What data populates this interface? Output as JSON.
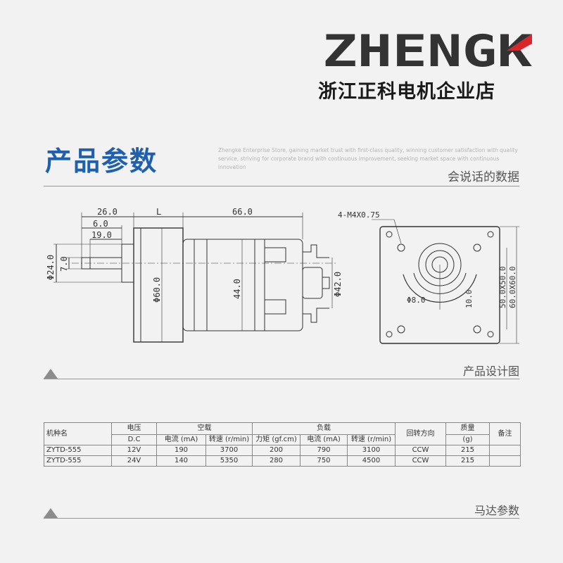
{
  "brand": {
    "logo_text": "ZHENGK",
    "logo_color": "#1f5fb0",
    "store_name": "浙江正科电机企业店"
  },
  "section": {
    "title": "产品参数",
    "slogan": "Zhengke Enterprise Store, gaining market trust with first-class quality, winning customer satisfaction with quality service, striving for corporate brand with continuous improvement, seeking market space with continuous innovation",
    "subtitle": "会说话的数据",
    "accent_color": "#1f5fb0"
  },
  "drawing": {
    "caption": "产品设计图",
    "dimensions": {
      "shaft_total": "26.0",
      "gear_length": "L",
      "motor_length": "66.0",
      "shaft_flat": "6.0",
      "shaft_key": "19.0",
      "boss_dia": "Φ24.0",
      "shaft_dia": "7.0",
      "gearbox_height": "Φ60.0",
      "motor_height": "44.0",
      "motor_dia": "Φ42.0",
      "mount_holes": "4-M4X0.75",
      "shaft_end_dia": "Φ8.0",
      "flat_depth": "10.0",
      "hole_spacing": "50.0X50.0",
      "square_size": "60.0X60.0"
    }
  },
  "table": {
    "caption": "马达参数",
    "headers": {
      "model": "机种名",
      "voltage": "电压",
      "voltage_unit": "D.C",
      "no_load": "空载",
      "current": "电流 (mA)",
      "speed": "转速 (r/min)",
      "load": "负载",
      "torque": "力矩 (gf.cm)",
      "rotation": "回转方向",
      "mass": "质量",
      "mass_unit": "(g)",
      "remarks": "备注"
    },
    "rows": [
      {
        "model": "ZYTD-555",
        "voltage": "12V",
        "nl_current": "190",
        "nl_speed": "3700",
        "torque": "200",
        "l_current": "790",
        "l_speed": "3100",
        "rotation": "CCW",
        "mass": "215",
        "remarks": ""
      },
      {
        "model": "ZYTD-555",
        "voltage": "24V",
        "nl_current": "140",
        "nl_speed": "5350",
        "torque": "280",
        "l_current": "750",
        "l_speed": "4500",
        "rotation": "CCW",
        "mass": "215",
        "remarks": ""
      }
    ]
  }
}
